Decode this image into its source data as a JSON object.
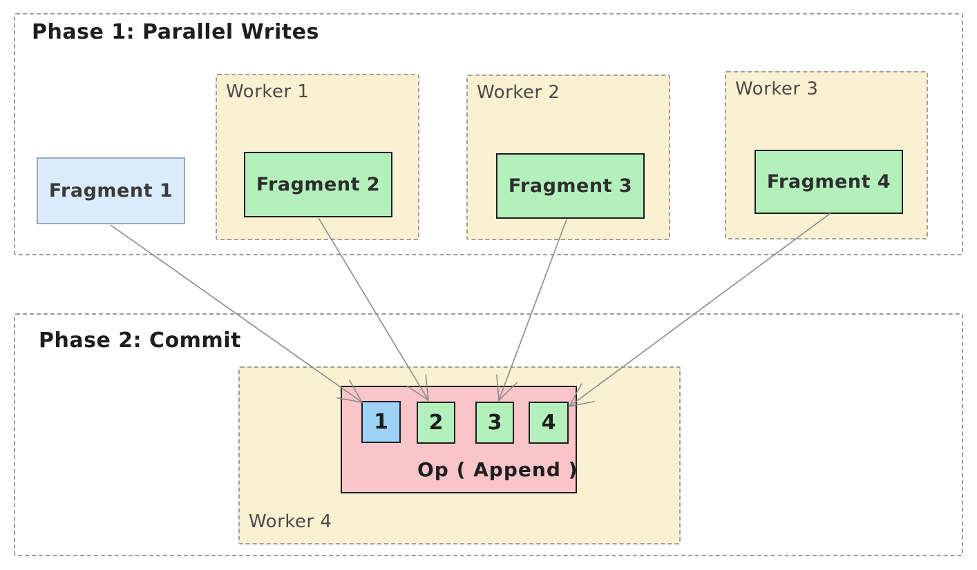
{
  "colors": {
    "background": "#ffffff",
    "zone_dashed_border": "#9b9b9b",
    "worker_fill": "#faf1d2",
    "worker_dashed_border": "#9e9e9e",
    "fragment_green_fill": "#b4f0bc",
    "fragment_blue_fill": "#dcebfa",
    "fragment_blue_border": "#9aa7b4",
    "slot_blue_fill": "#9fd2f7",
    "slot_green_fill": "#b4f0bc",
    "op_box_fill": "#f9c5c9",
    "solid_box_border": "#1e1e1e",
    "arrow_stroke": "#8a8a8a",
    "title_text": "#1e1e1e",
    "worker_label_text": "#4a4a4a"
  },
  "phase1": {
    "title": "Phase 1: Parallel Writes",
    "fragment1": {
      "label": "Fragment 1"
    },
    "workers": [
      {
        "label": "Worker 1",
        "fragment": "Fragment 2"
      },
      {
        "label": "Worker 2",
        "fragment": "Fragment 3"
      },
      {
        "label": "Worker 3",
        "fragment": "Fragment 4"
      }
    ]
  },
  "phase2": {
    "title": "Phase 2: Commit",
    "worker": {
      "label": "Worker 4"
    },
    "op_box": {
      "label": "Op ( Append )",
      "slots": [
        {
          "label": "1",
          "color": "blue"
        },
        {
          "label": "2",
          "color": "green"
        },
        {
          "label": "3",
          "color": "green"
        },
        {
          "label": "4",
          "color": "green"
        }
      ]
    }
  },
  "arrows": [
    {
      "from": "Fragment 1",
      "to": "slot 1"
    },
    {
      "from": "Fragment 2",
      "to": "slot 2"
    },
    {
      "from": "Fragment 3",
      "to": "slot 3"
    },
    {
      "from": "Fragment 4",
      "to": "slot 4"
    }
  ]
}
